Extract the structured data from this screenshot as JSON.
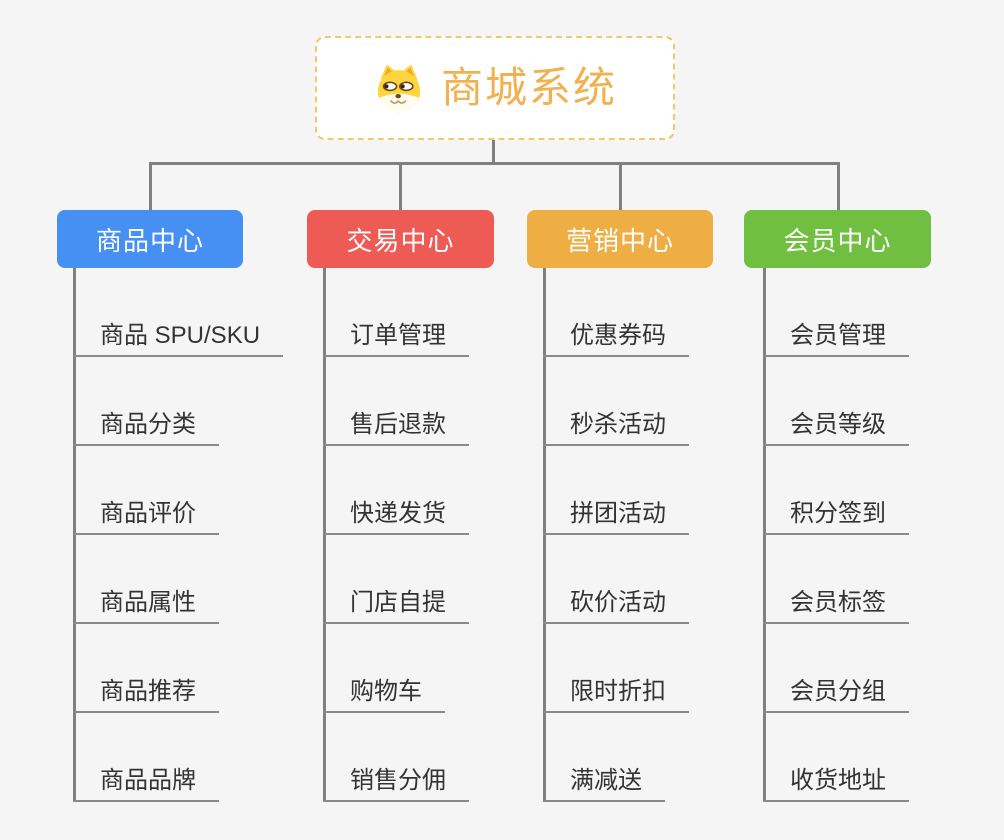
{
  "page": {
    "background_color": "#f5f5f5",
    "connector_color": "#808080",
    "underline_color": "#8a8a8a",
    "child_text_color": "#333333"
  },
  "root": {
    "title": "商城系统",
    "icon": "doge-icon",
    "text_color": "#f0b14e",
    "border_color": "#f3c869",
    "background": "#ffffff"
  },
  "branches": [
    {
      "label": "商品中心",
      "color": "#4590f2",
      "children": [
        "商品 SPU/SKU",
        "商品分类",
        "商品评价",
        "商品属性",
        "商品推荐",
        "商品品牌"
      ]
    },
    {
      "label": "交易中心",
      "color": "#ee5b55",
      "children": [
        "订单管理",
        "售后退款",
        "快递发货",
        "门店自提",
        "购物车",
        "销售分佣"
      ]
    },
    {
      "label": "营销中心",
      "color": "#efae43",
      "children": [
        "优惠券码",
        "秒杀活动",
        "拼团活动",
        "砍价活动",
        "限时折扣",
        "满减送"
      ]
    },
    {
      "label": "会员中心",
      "color": "#70bf41",
      "children": [
        "会员管理",
        "会员等级",
        "积分签到",
        "会员标签",
        "会员分组",
        "收货地址"
      ]
    }
  ]
}
